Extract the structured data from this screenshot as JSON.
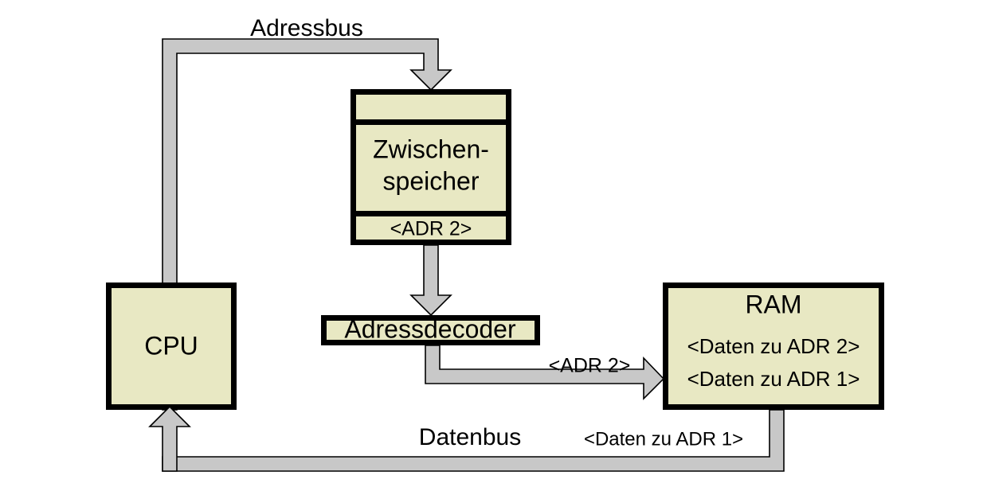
{
  "diagram": {
    "title": "CPU RAM Adressbus Datenbus Zugriff",
    "colors": {
      "box_fill": "#e8e8c3",
      "box_border": "#000000",
      "bus_fill": "#c8c8c8",
      "bus_border": "#000000",
      "background": "#ffffff"
    },
    "nodes": {
      "cpu": {
        "label": "CPU"
      },
      "zwischenspeicher": {
        "top_compartment": "",
        "label_line1": "Zwischen-",
        "label_line2": "speicher",
        "bottom_compartment": "<ADR 2>"
      },
      "adressdecoder": {
        "label": "Adressdecoder"
      },
      "ram": {
        "title": "RAM",
        "line1": "<Daten zu ADR 2>",
        "line2": "<Daten zu ADR 1>"
      }
    },
    "buses": {
      "adressbus": {
        "label": "Adressbus"
      },
      "datenbus": {
        "label": "Datenbus",
        "payload": "<Daten zu ADR 1>"
      }
    },
    "edges": {
      "decoder_to_ram": {
        "label": "<ADR 2>"
      }
    }
  }
}
